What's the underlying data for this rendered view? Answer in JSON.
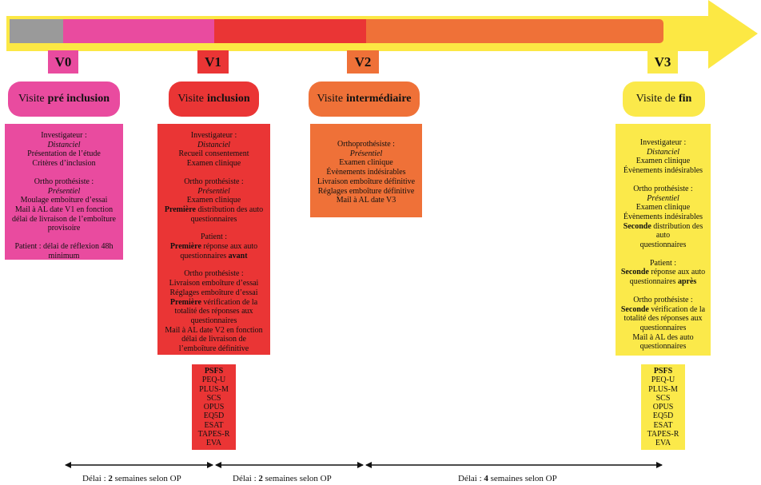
{
  "colors": {
    "v0": "#e94b9f",
    "v1": "#ea3535",
    "v2": "#ef7138",
    "v3": "#fbe94a",
    "grey": "#9a9a9a",
    "arrow": "#fce844"
  },
  "visits": [
    {
      "label": "V0",
      "name_prefix": "Visite",
      "name_bold": "pré inclusion"
    },
    {
      "label": "V1",
      "name_prefix": "Visite",
      "name_bold": "inclusion"
    },
    {
      "label": "V2",
      "name_prefix": "Visite",
      "name_bold": "intermédiaire"
    },
    {
      "label": "V3",
      "name_prefix": "Visite de",
      "name_bold": "fin"
    }
  ],
  "v0_box": {
    "b1": {
      "h": "Investigateur :",
      "mode": "Distanciel",
      "l1": "Présentation de l’étude",
      "l2": "Critères d’inclusion"
    },
    "b2": {
      "h": "Ortho prothésiste :",
      "mode": "Présentiel",
      "l1": "Moulage emboiture d’essai",
      "l2": "Mail à AL date V1 en fonction",
      "l3": "délai de livraison de l’emboîture",
      "l4": "provisoire"
    },
    "b3": {
      "l1": "Patient : délai de réflexion 48h",
      "l2": "minimum"
    }
  },
  "v1_box": {
    "b1": {
      "h": "Investigateur :",
      "mode": "Distanciel",
      "l1": "Recueil consentement",
      "l2": "Examen clinique"
    },
    "b2": {
      "h": "Ortho prothésiste :",
      "mode": "Présentiel",
      "l1": "Examen clinique",
      "l2b": "Première",
      "l2": " distribution des auto",
      "l3": "questionnaires"
    },
    "b3": {
      "h": "Patient :",
      "l1b": "Première",
      "l1": " réponse aux auto",
      "l2": "questionnaires ",
      "l2b": "avant"
    },
    "b4": {
      "h": "Ortho prothésiste :",
      "l1": "Livraison emboîture d’essai",
      "l2": "Réglages emboîture d’essai",
      "l3b": "Première",
      "l3": " vérification de la",
      "l4": "totalité des réponses aux",
      "l5": "questionnaires",
      "l6": "Mail à AL date V2 en fonction",
      "l7": "délai de livraison de",
      "l8": "l’emboîture définitive"
    }
  },
  "v2_box": {
    "b1": {
      "h": "Orthoprothésiste :",
      "mode": "Présentiel",
      "l1": "Examen clinique",
      "l2": "Évènements indésirables",
      "l3": "Livraison emboîture définitive",
      "l4": "Réglages emboîture définitive",
      "l5": "Mail à AL date V3"
    }
  },
  "v3_box": {
    "b1": {
      "h": "Investigateur :",
      "mode": "Distanciel",
      "l1": "Examen clinique",
      "l2": "Évènements indésirables"
    },
    "b2": {
      "h": "Ortho prothésiste :",
      "mode": "Présentiel",
      "l1": "Examen clinique",
      "l2": "Évènements indésirables",
      "l3b": "Seconde",
      "l3": " distribution des auto",
      "l4": "questionnaires"
    },
    "b3": {
      "h": "Patient :",
      "l1b": "Seconde",
      "l1": " réponse aux auto",
      "l2": "questionnaires ",
      "l2b": "après"
    },
    "b4": {
      "h": "Ortho prothésiste :",
      "l1b": "Seconde",
      "l1": " vérification de la",
      "l2": "totalité des réponses aux",
      "l3": "questionnaires",
      "l4": "Mail à AL des auto",
      "l5": "questionnaires"
    }
  },
  "questionnaires": {
    "first": "PSFS",
    "rest": [
      "PEQ-U",
      "PLUS-M",
      "SCS",
      "OPUS",
      "EQ5D",
      "ESAT",
      "TAPES-R",
      "EVA"
    ]
  },
  "delays": [
    {
      "prefix": "Délai : ",
      "num": "2",
      "suffix": " semaines selon OP"
    },
    {
      "prefix": "Délai : ",
      "num": "2",
      "suffix": " semaines selon OP"
    },
    {
      "prefix": "Délai : ",
      "num": "4",
      "suffix": " semaines selon OP"
    }
  ]
}
